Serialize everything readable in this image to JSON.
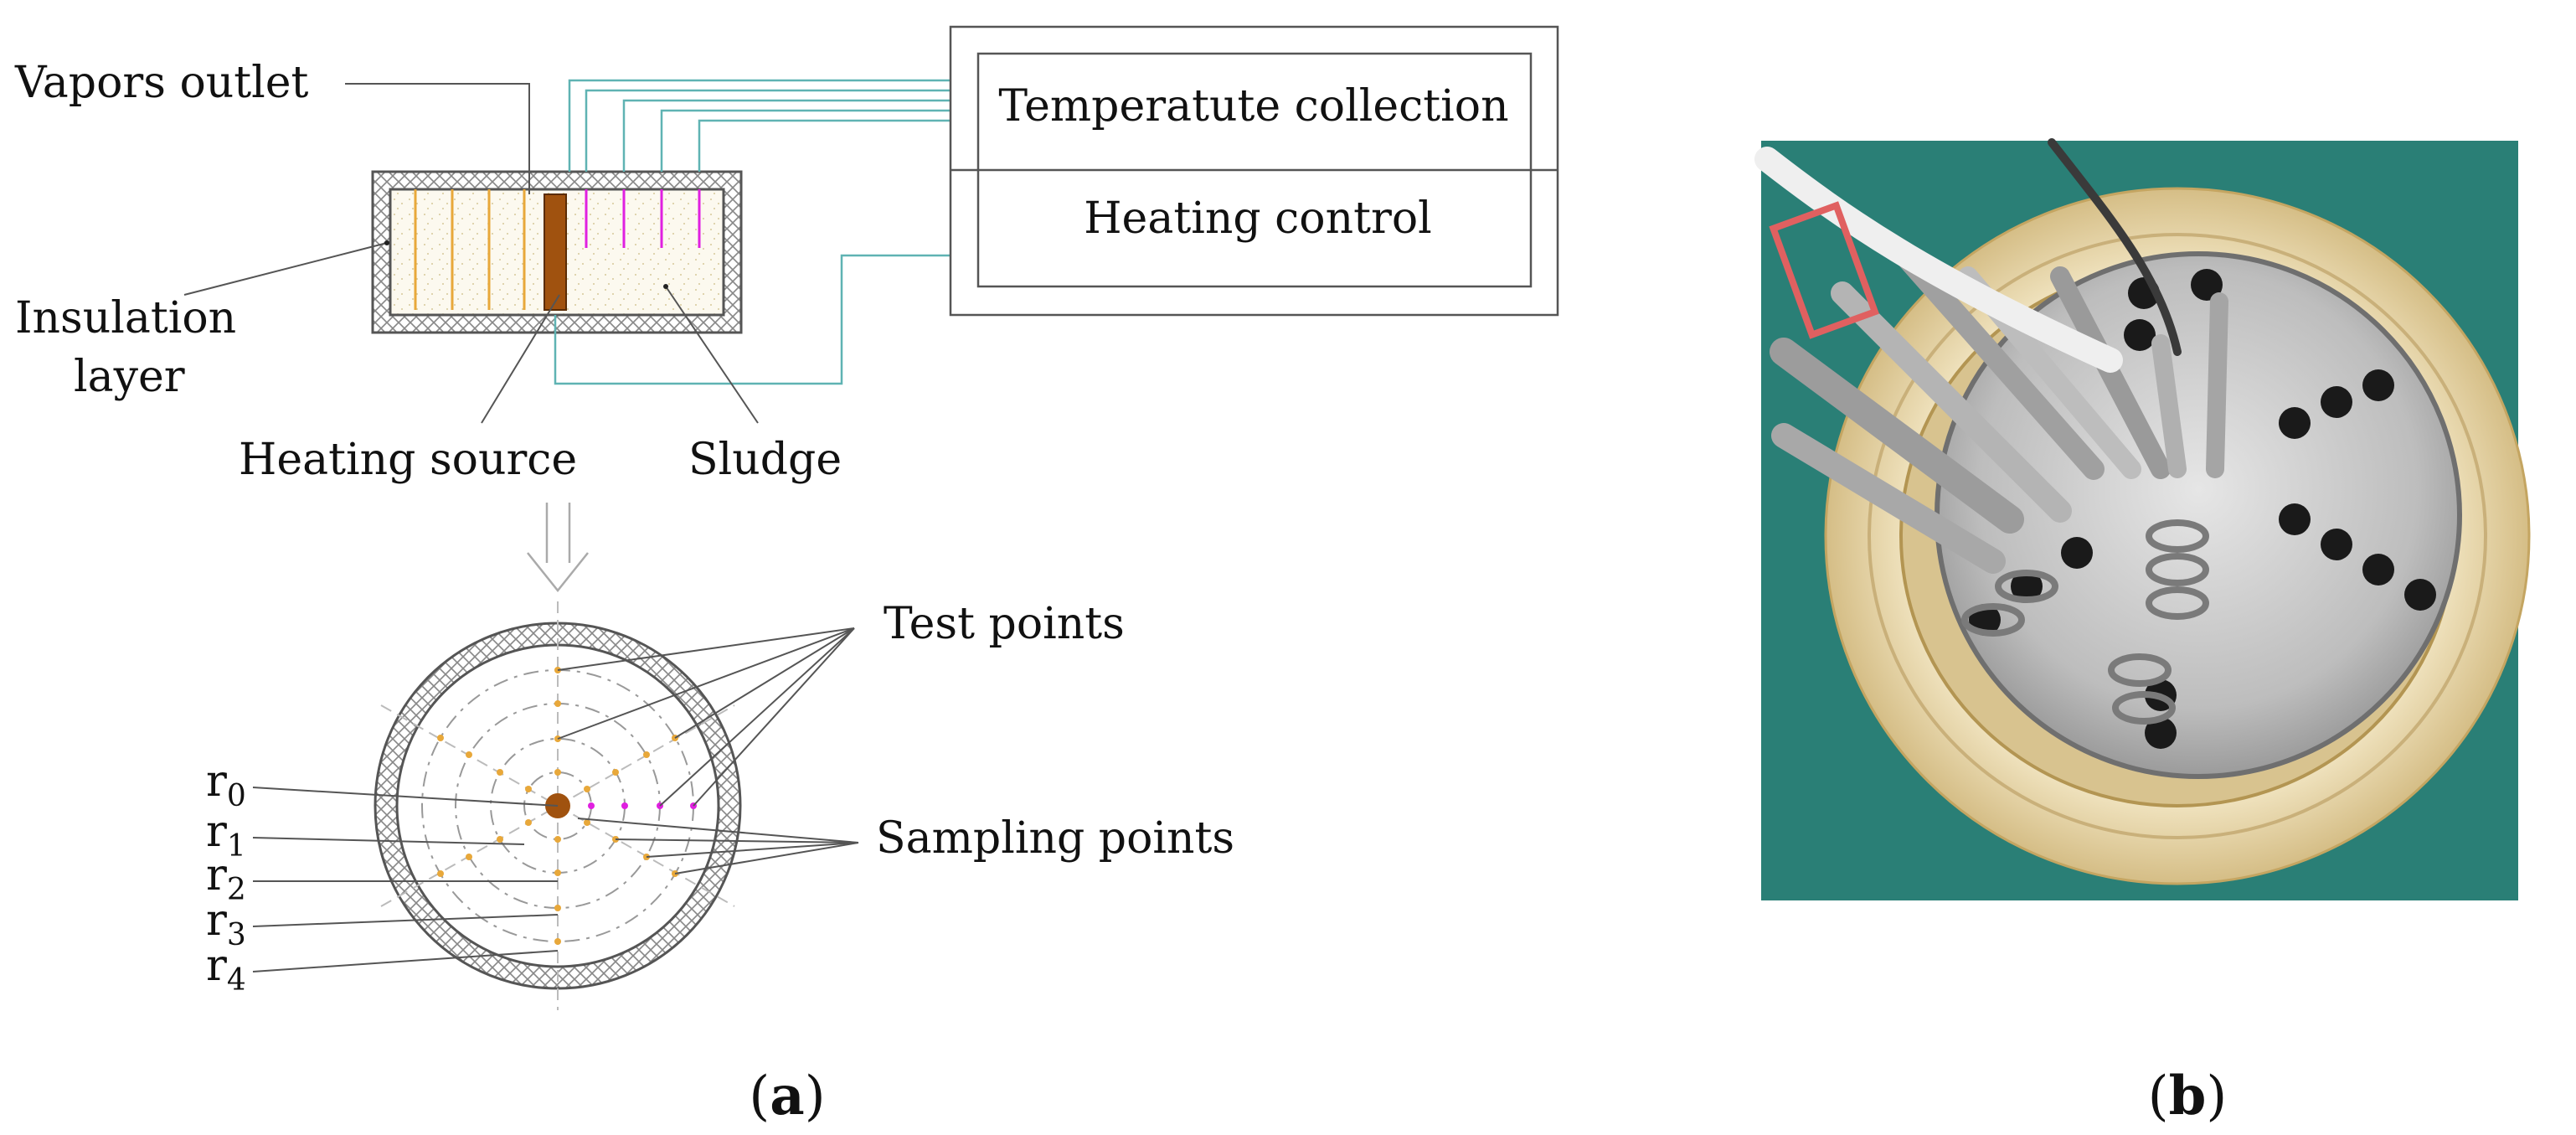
{
  "panel_a": {
    "vapors_outlet": "Vapors outlet",
    "insulation_line1": "Insulation",
    "insulation_line2": "layer",
    "heating_source": "Heating source",
    "sludge": "Sludge",
    "temperature_collection": "Temperatute collection",
    "heating_control": "Heating control",
    "test_points": "Test points",
    "sampling_points": "Sampling points",
    "radius_labels": [
      {
        "base": "r",
        "sub": "0"
      },
      {
        "base": "r",
        "sub": "1"
      },
      {
        "base": "r",
        "sub": "2"
      },
      {
        "base": "r",
        "sub": "3"
      },
      {
        "base": "r",
        "sub": "4"
      }
    ],
    "caption_open": "(",
    "caption_letter": "a",
    "caption_close": ")"
  },
  "panel_b": {
    "caption_open": "(",
    "caption_letter": "b",
    "caption_close": ")"
  },
  "colors": {
    "wire": "#5fb3b3",
    "test_point": "#e8a83a",
    "sampling_point": "#e020e0",
    "heater": "#a0520f",
    "photo_background": "#2a7f76",
    "insulation_rim": "#e6d3a6",
    "plate": "#c8c8c8"
  },
  "icons": {
    "down_arrow": "double-outline-arrow-icon",
    "photo": "reactor-photo-icon"
  }
}
